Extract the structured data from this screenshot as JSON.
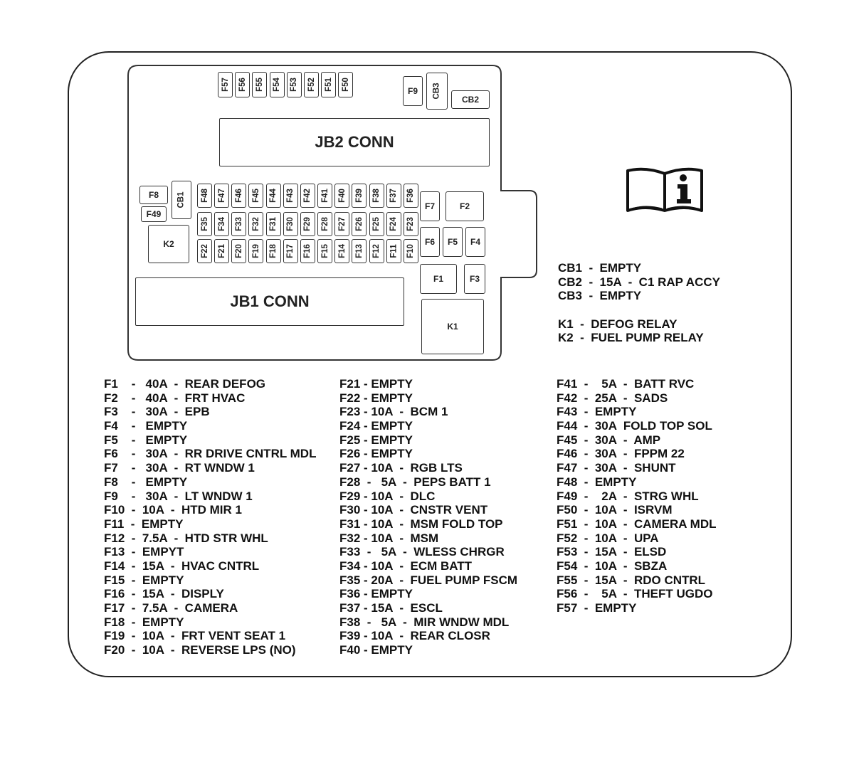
{
  "diagram": {
    "connectors": {
      "jb2": "JB2 CONN",
      "jb1": "JB1 CONN"
    },
    "info_icon": "manual-info-icon",
    "top_row": [
      "F57",
      "F56",
      "F55",
      "F54",
      "F53",
      "F52",
      "F51",
      "F50"
    ],
    "top_right": {
      "f9": "F9",
      "cb3": "CB3",
      "cb2": "CB2"
    },
    "left_group": {
      "f8": "F8",
      "f49": "F49",
      "cb1": "CB1",
      "k2": "K2"
    },
    "grid_row1": [
      "F48",
      "F47",
      "F46",
      "F45",
      "F44",
      "F43",
      "F42",
      "F41",
      "F40",
      "F39",
      "F38",
      "F37",
      "F36"
    ],
    "grid_row2": [
      "F35",
      "F34",
      "F33",
      "F32",
      "F31",
      "F30",
      "F29",
      "F28",
      "F27",
      "F26",
      "F25",
      "F24",
      "F23"
    ],
    "grid_row3": [
      "F22",
      "F21",
      "F20",
      "F19",
      "F18",
      "F17",
      "F16",
      "F15",
      "F14",
      "F13",
      "F12",
      "F11",
      "F10"
    ],
    "right_group": {
      "f7": "F7",
      "f2": "F2",
      "f6": "F6",
      "f5": "F5",
      "f4": "F4",
      "f1": "F1",
      "f3": "F3",
      "k1": "K1"
    }
  },
  "side_legend": [
    "CB1  -  EMPTY",
    "CB2  -  15A  -  C1 RAP ACCY",
    "CB3  -  EMPTY",
    "",
    "K1  -  DEFOG RELAY",
    "K2  -  FUEL PUMP RELAY"
  ],
  "legend_col1": [
    "F1    -   40A  -  REAR DEFOG",
    "F2    -   40A  -  FRT HVAC",
    "F3    -   30A  -  EPB",
    "F4    -   EMPTY",
    "F5    -   EMPTY",
    "F6    -   30A  -  RR DRIVE CNTRL MDL",
    "F7    -   30A  -  RT WNDW 1",
    "F8    -   EMPTY",
    "F9    -   30A  -  LT WNDW 1",
    "F10  -  10A  -  HTD MIR 1",
    "F11  -  EMPTY",
    "F12  -  7.5A  -  HTD STR WHL",
    "F13  -  EMPYT",
    "F14  -  15A  -  HVAC CNTRL",
    "F15  -  EMPTY",
    "F16  -  15A  -  DISPLY",
    "F17  -  7.5A  -  CAMERA",
    "F18  -  EMPTY",
    "F19  -  10A  -  FRT VENT SEAT 1",
    "F20  -  10A  -  REVERSE LPS (NO)"
  ],
  "legend_col2": [
    "F21 - EMPTY",
    "F22 - EMPTY",
    "F23 - 10A  -  BCM 1",
    "F24 - EMPTY",
    "F25 - EMPTY",
    "F26 - EMPTY",
    "F27 - 10A  -  RGB LTS",
    "F28  -   5A  -  PEPS BATT 1",
    "F29 - 10A  -  DLC",
    "F30 - 10A  -  CNSTR VENT",
    "F31 - 10A  -  MSM FOLD TOP",
    "F32 - 10A  -  MSM",
    "F33  -   5A  -  WLESS CHRGR",
    "F34 - 10A  -  ECM BATT",
    "F35 - 20A  -  FUEL PUMP FSCM",
    "F36 - EMPTY",
    "F37 - 15A  -  ESCL",
    "F38  -   5A  -  MIR WNDW MDL",
    "F39 - 10A  -  REAR CLOSR",
    "F40 - EMPTY"
  ],
  "legend_col3": [
    "F41  -    5A  -  BATT RVC",
    "F42  -  25A  -  SADS",
    "F43  -  EMPTY",
    "F44  -  30A  FOLD TOP SOL",
    "F45  -  30A  -  AMP",
    "F46  -  30A  -  FPPM 22",
    "F47  -  30A  -  SHUNT",
    "F48  -  EMPTY",
    "F49  -    2A  -  STRG WHL",
    "F50  -  10A  -  ISRVM",
    "F51  -  10A  -  CAMERA MDL",
    "F52  -  10A  -  UPA",
    "F53  -  15A  -  ELSD",
    "F54  -  10A  -  SBZA",
    "F55  -  15A  -  RDO CNTRL",
    "F56  -    5A  -  THEFT UGDO",
    "F57  -  EMPTY"
  ]
}
